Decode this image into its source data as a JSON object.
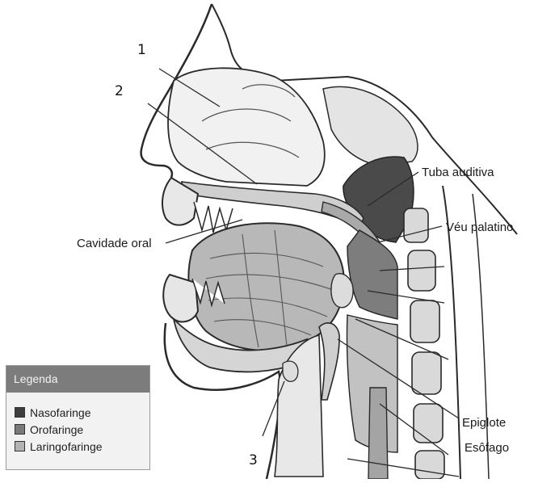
{
  "labels": {
    "num1": "1",
    "num2": "2",
    "num3": "3",
    "tuba": "Tuba auditiva",
    "veu": "Véu palatino",
    "cavidade": "Cavidade oral",
    "epiglote": "Epiglote",
    "esofago": "Esôfago"
  },
  "legend": {
    "title": "Legenda",
    "items": [
      {
        "label": "Nasofaringe",
        "color": "#3d3d3d"
      },
      {
        "label": "Orofaringe",
        "color": "#7a7a7a"
      },
      {
        "label": "Laringofaringe",
        "color": "#b3b3b3"
      }
    ]
  },
  "colors": {
    "outline": "#2a2a2a",
    "nasopharynx": "#4a4a4a",
    "oropharynx": "#7d7d7d",
    "laryngopharynx": "#c2c2c2",
    "bone": "#d9d9d9",
    "tongue": "#b8b8b8"
  }
}
